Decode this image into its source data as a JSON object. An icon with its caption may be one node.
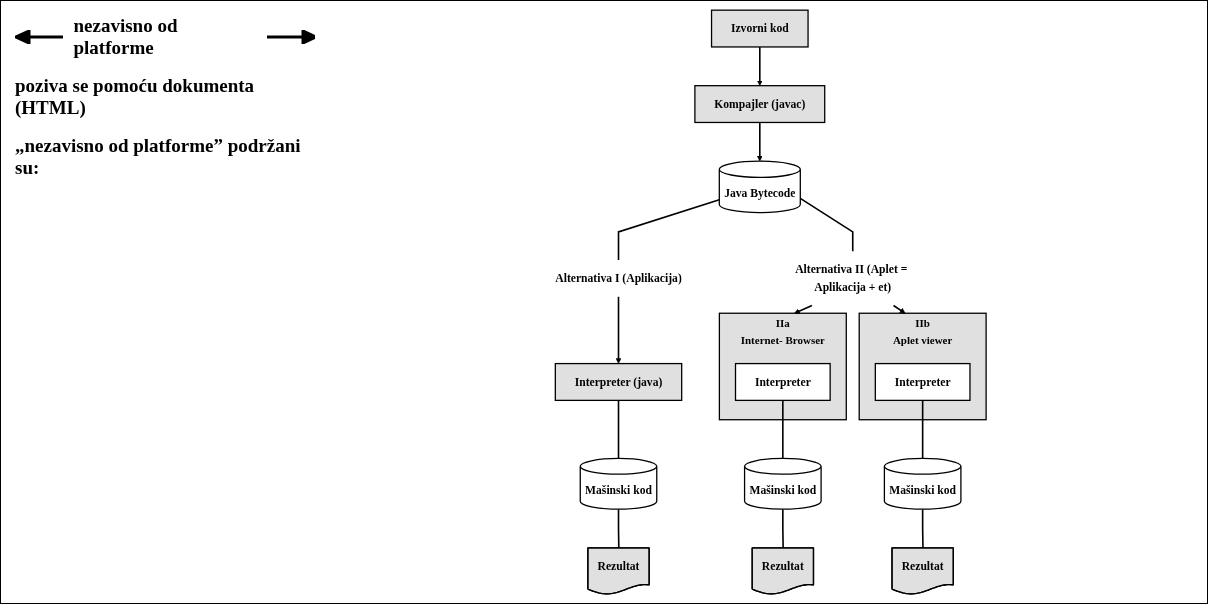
{
  "diagram": {
    "nodes": [
      {
        "text": [
          "Izvorni kod"
        ]
      },
      {
        "text": [
          "Kompajler (javac)"
        ]
      },
      {
        "text": [
          "Java Bytecode"
        ]
      },
      {
        "text": [
          "Alternativa I (Aplikacija)"
        ]
      },
      {
        "text": [
          "Alternativa II (Aplet = Aplikacija + et)"
        ]
      },
      {
        "text": [
          "Interpreter (java)"
        ]
      },
      {
        "text": [
          "Mašinski kod"
        ]
      },
      {
        "text": [
          "Rezultat"
        ]
      },
      {
        "text": [
          "Internet- Browser"
        ],
        "beside": [
          "IIa"
        ]
      },
      {
        "text": [
          "Interpreter"
        ],
        "in": 8
      },
      {
        "text": [
          "Mašinski kod"
        ]
      },
      {
        "text": [
          "Rezultat"
        ]
      },
      {
        "text": [
          "Aplet viewer"
        ],
        "beside": [
          "IIb"
        ]
      },
      {
        "text": [
          "Interpreter"
        ],
        "in": 12
      },
      {
        "text": [
          "Mašinski kod"
        ]
      },
      {
        "text": [
          "Rezultat"
        ]
      }
    ],
    "edges": [
      {
        "from": 0,
        "to": 1,
        "arrow": "to"
      },
      {
        "from": 1,
        "to": 2,
        "arrow": "to"
      },
      {
        "from": 2,
        "to": 3,
        "arrow": "none"
      },
      {
        "from": 3,
        "to": 5,
        "arrow": "to"
      },
      {
        "from": 2,
        "to": 4,
        "arrow": "none"
      },
      {
        "from": 4,
        "to": 8,
        "arrow": "to"
      },
      {
        "from": 4,
        "to": 12,
        "arrow": "to"
      },
      {
        "from": 5,
        "to": 6,
        "arrow": "none"
      },
      {
        "from": 6,
        "to": 7,
        "arrow": "none"
      },
      {
        "from": 9,
        "to": 10,
        "arrow": "none"
      },
      {
        "from": 10,
        "to": 11,
        "arrow": "none"
      },
      {
        "from": 13,
        "to": 14,
        "arrow": "none"
      },
      {
        "from": 14,
        "to": 15,
        "arrow": "none"
      }
    ],
    "labels": [
      "nezavisno od platforme",
      "poziva se pomoću dokumenta (HTML)",
      "„nezavisno od platforme” podržani su:"
    ]
  }
}
